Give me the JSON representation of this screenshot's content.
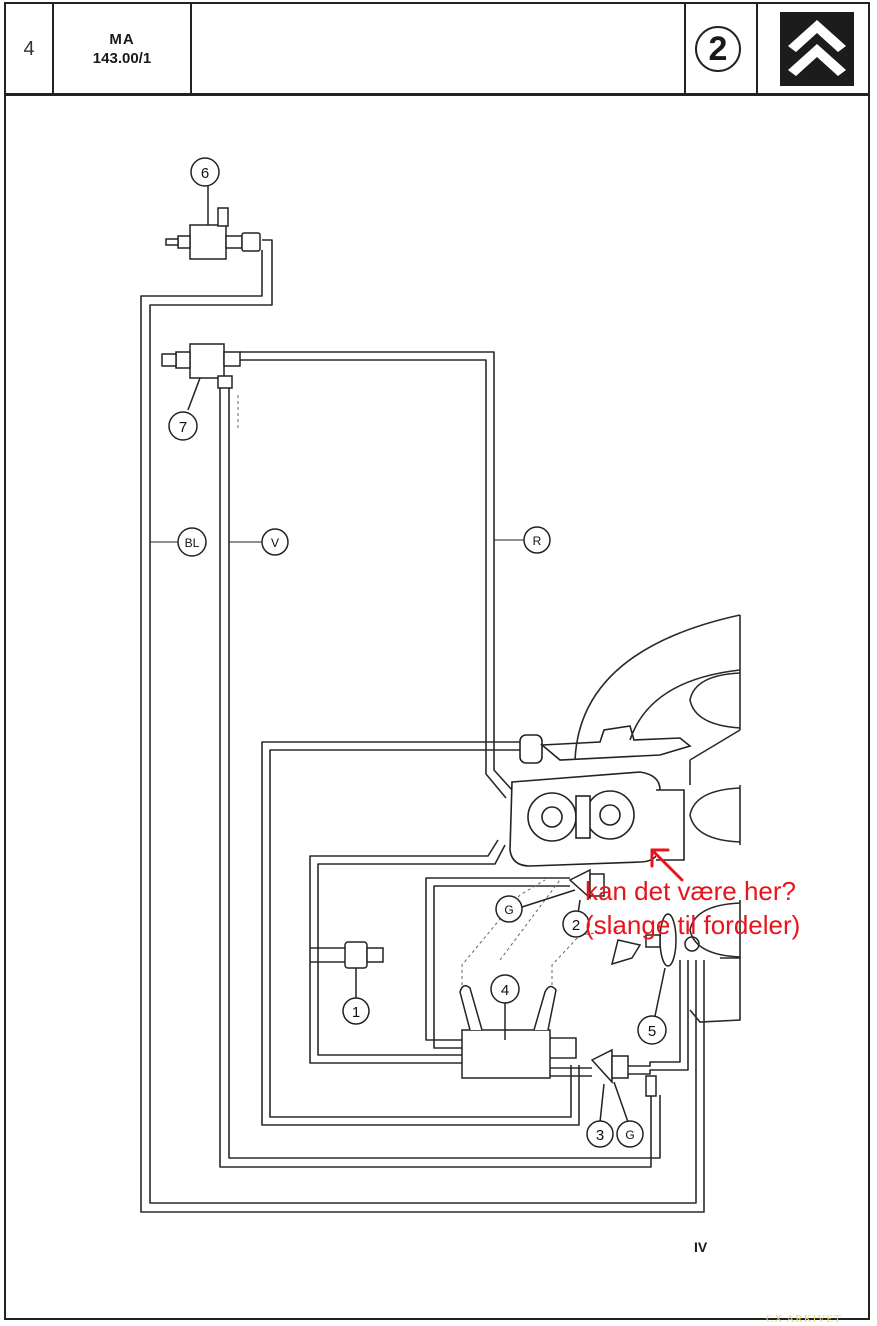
{
  "header": {
    "page_number": "4",
    "code_line1": "MA",
    "code_line2": "143.00/1",
    "circled_number": "2",
    "brand_icon": "citroen-double-chevron-logo"
  },
  "diagram": {
    "component_labels": [
      "1",
      "2",
      "3",
      "4",
      "5",
      "6",
      "7"
    ],
    "pipe_labels": {
      "bl": "BL",
      "v": "V",
      "r": "R"
    },
    "connector_labels": {
      "g_upper": "G",
      "g_lower": "G"
    }
  },
  "annotation": {
    "line1": "kan det være her?",
    "line2": "(slange til fordeler)",
    "color": "#e8141b",
    "arrow_icon": "arrow-up-left-icon"
  },
  "footer": {
    "sheet": "IV",
    "watermark": "CX  ARKIVET"
  }
}
